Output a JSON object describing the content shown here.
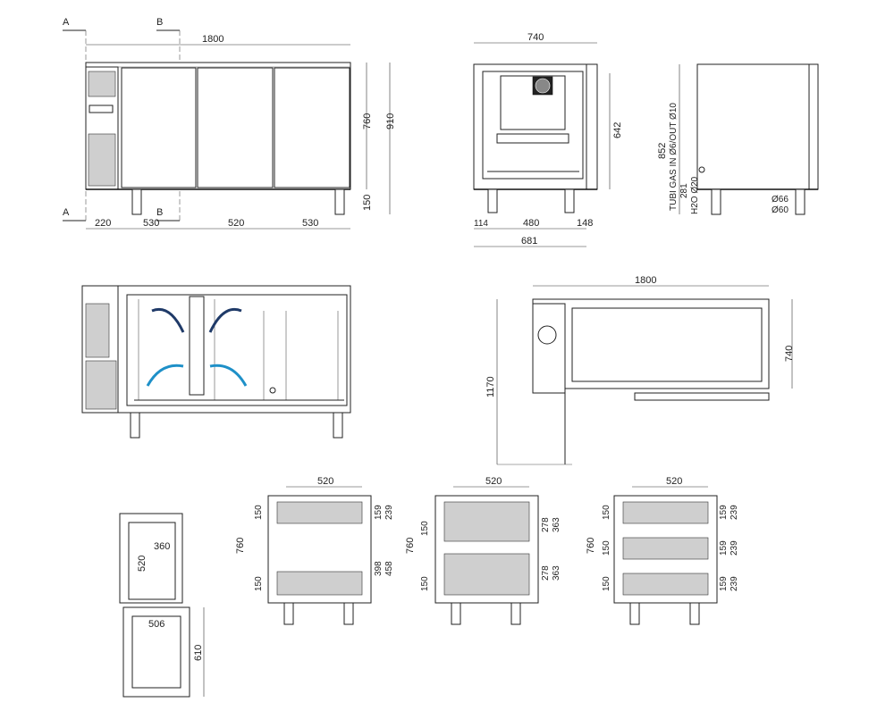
{
  "section_labels": {
    "a": "A",
    "b": "B"
  },
  "front_view": {
    "overall_width": "1800",
    "heights": [
      "760",
      "910",
      "150"
    ],
    "bottom_widths": [
      "220",
      "530",
      "520",
      "530"
    ]
  },
  "side_view": {
    "top_width": "740",
    "height": "642",
    "bottom_parts": [
      "114",
      "480",
      "148"
    ],
    "total_width": "681"
  },
  "right_view": {
    "height": "852",
    "pipes_label": "TUBI GAS IN Ø6/OUT Ø10",
    "water_label": "H2O Ø20",
    "water_height": "281",
    "diam_1": "Ø66",
    "diam_2": "Ø60"
  },
  "plan_view": {
    "width": "1800",
    "depth": "740",
    "door_depth": "1170"
  },
  "door_view": {
    "inner_width": "360",
    "inner_height": "520",
    "base_width": "506",
    "base_height": "610"
  },
  "drawer_views": [
    {
      "width": "520",
      "height": "760",
      "left_dims": [
        "150",
        "150"
      ],
      "right_dims": [
        "159",
        "239"
      ],
      "mid_dims": [
        "398",
        "458"
      ]
    },
    {
      "width": "520",
      "height": "760",
      "left_dims": [
        "150",
        "150"
      ],
      "right_dims": [
        "278",
        "363",
        "278",
        "363"
      ]
    },
    {
      "width": "520",
      "height": "760",
      "left_dims": [
        "150",
        "150",
        "150"
      ],
      "right_dims": [
        "159",
        "239",
        "159",
        "239",
        "159",
        "239"
      ]
    }
  ],
  "colors": {
    "arrow_cold": "#1e90c8",
    "arrow_warm": "#1f3a68",
    "line": "#222222"
  }
}
